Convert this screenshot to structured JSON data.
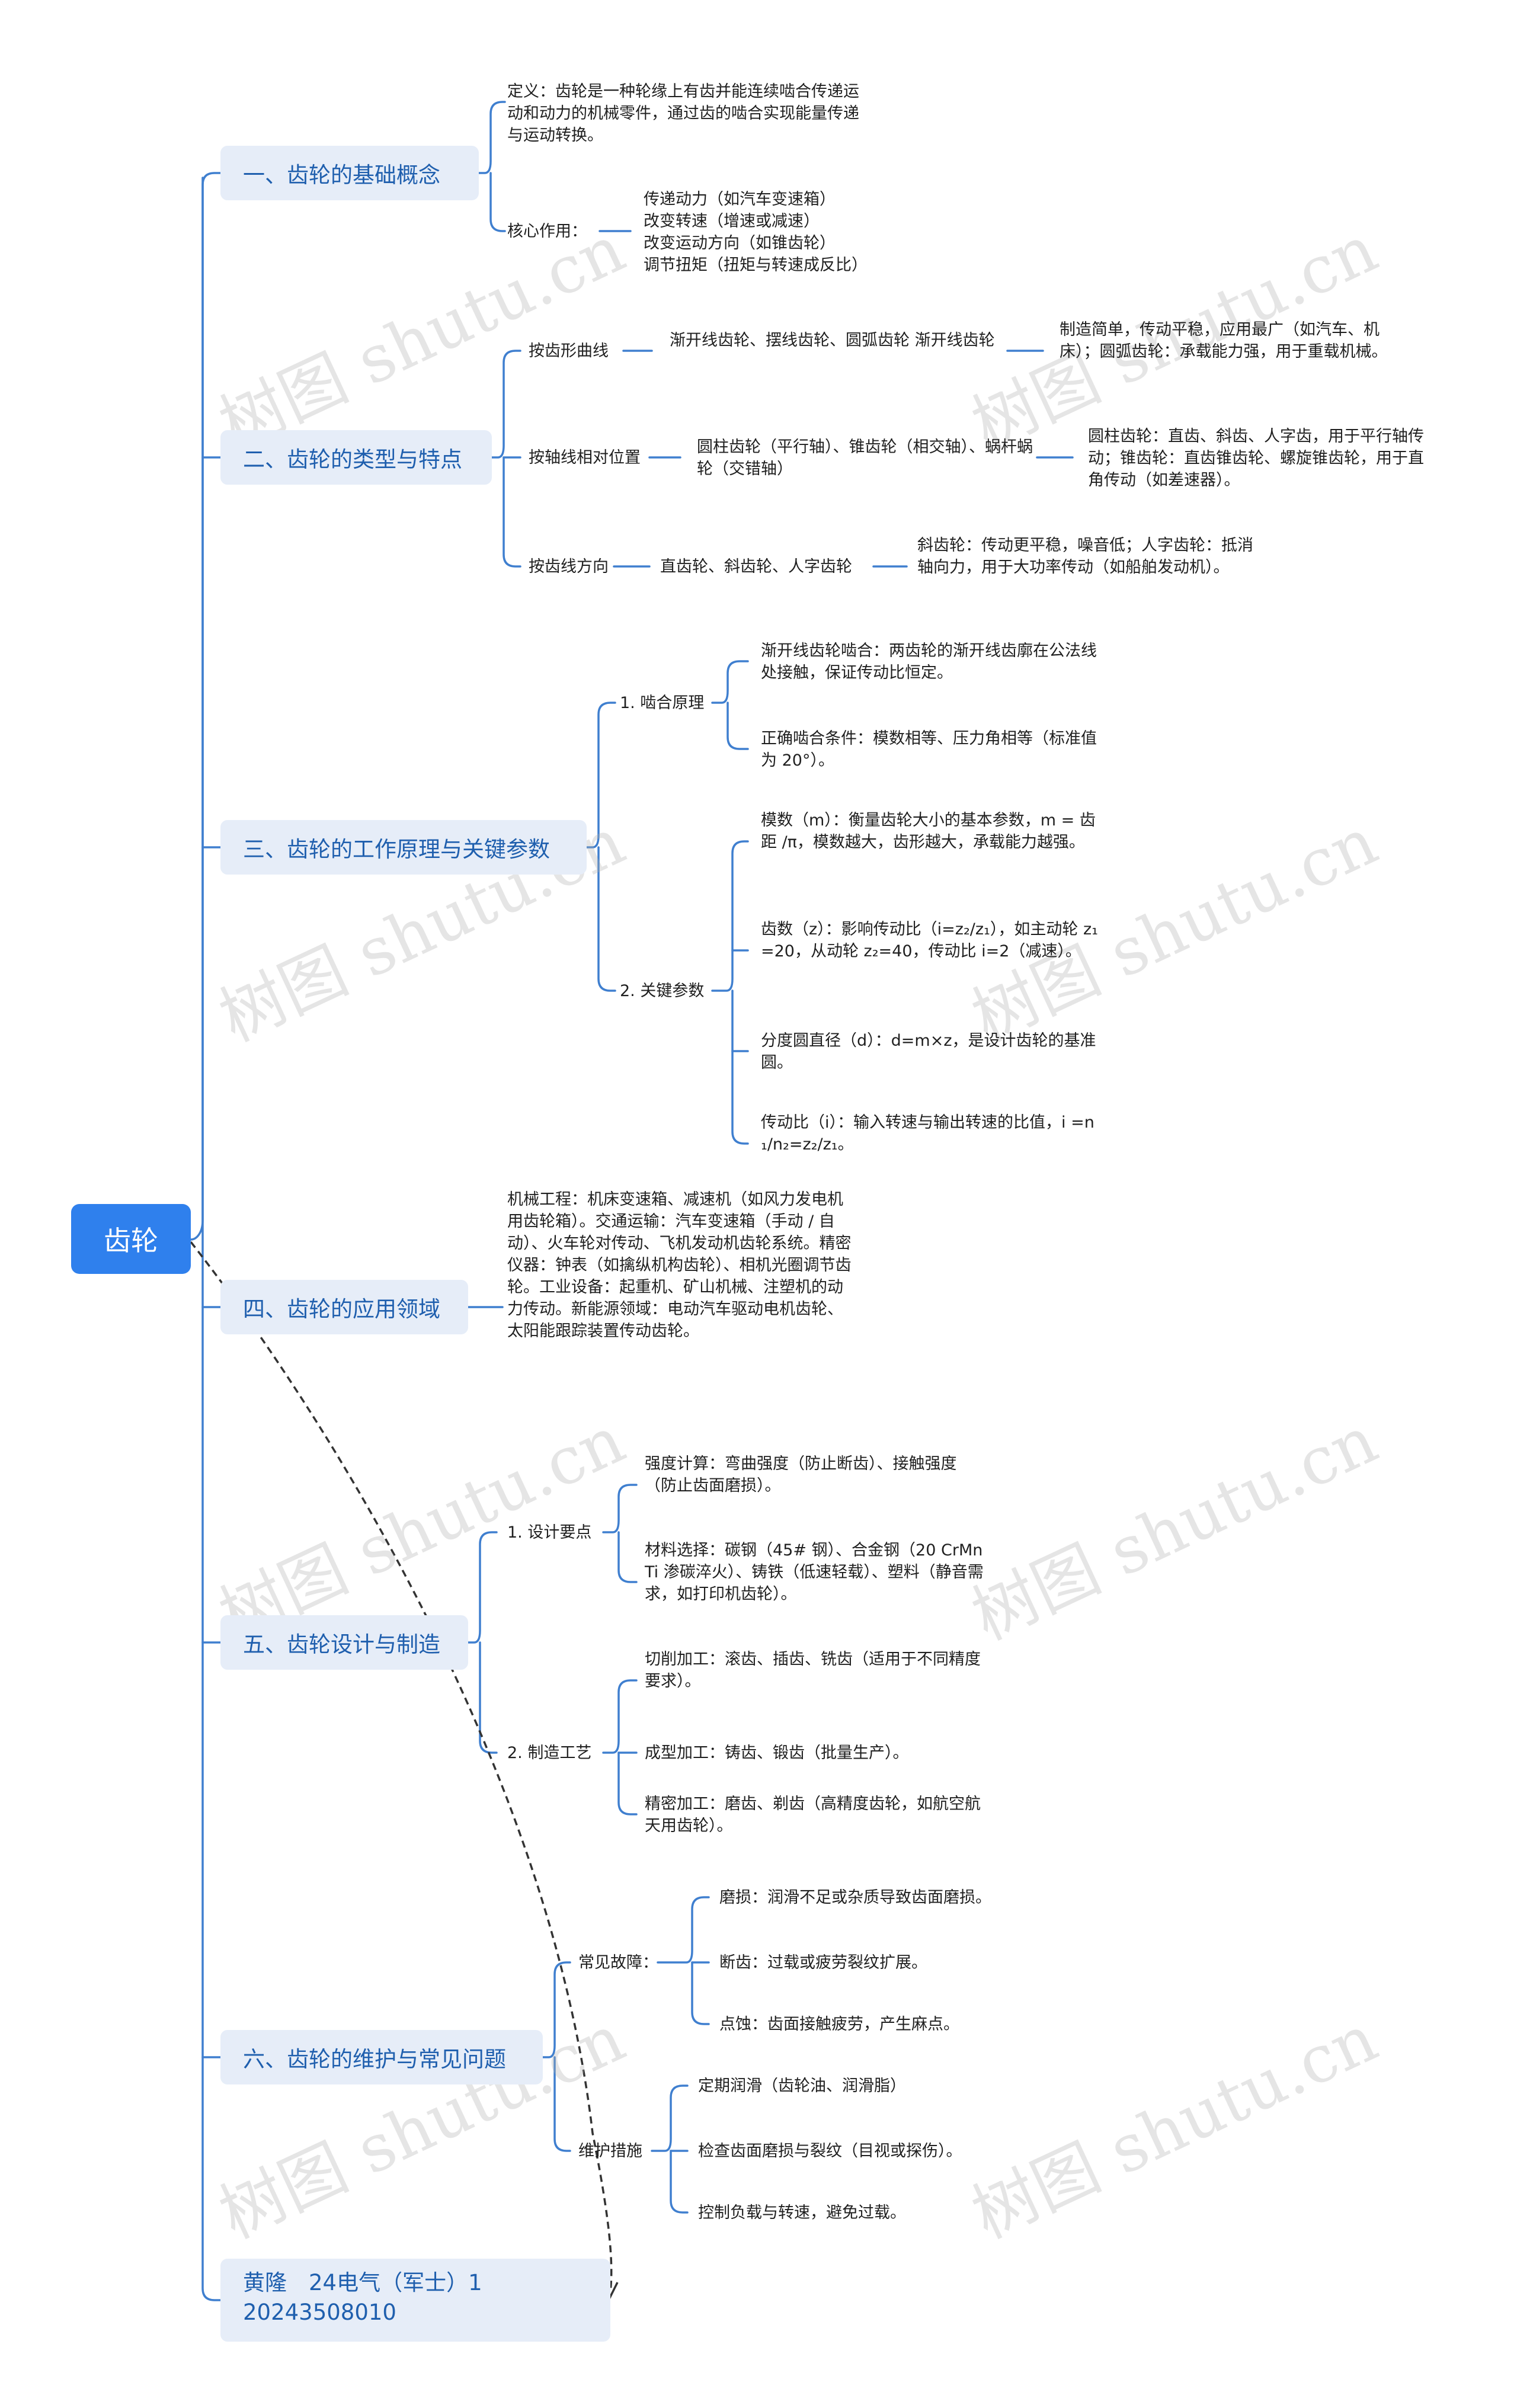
{
  "root": "齿轮",
  "watermark": "树图 shutu.cn",
  "sections": [
    {
      "title": "一、齿轮的基础概念",
      "definition": "定义：齿轮是一种轮缘上有齿并能连续啮合传递运动和动力的机械零件，通过齿的啮合实现能量传递与运动转换。",
      "core_label": "核心作用：",
      "core_items": [
        "传递动力（如汽车变速箱）",
        "改变转速（增速或减速）",
        "改变运动方向（如锥齿轮）",
        "调节扭矩（扭矩与转速成反比）"
      ]
    },
    {
      "title": "二、齿轮的类型与特点",
      "groups": [
        {
          "label": "按齿形曲线",
          "types": "渐开线齿轮、摆线齿轮、圆弧齿轮 渐开线齿轮",
          "feature": "制造简单，传动平稳，应用最广（如汽车、机床）；圆弧齿轮：承载能力强，用于重载机械。"
        },
        {
          "label": "按轴线相对位置",
          "types": "圆柱齿轮（平行轴）、锥齿轮（相交轴）、蜗杆蜗轮（交错轴）",
          "feature": "圆柱齿轮：直齿、斜齿、人字齿，用于平行轴传动；锥齿轮：直齿锥齿轮、螺旋锥齿轮，用于直角传动（如差速器）。"
        },
        {
          "label": "按齿线方向",
          "types": "直齿轮、斜齿轮、人字齿轮",
          "feature": "斜齿轮：传动更平稳，噪音低；人字齿轮：抵消轴向力，用于大功率传动（如船舶发动机）。"
        }
      ]
    },
    {
      "title": "三、齿轮的工作原理与关键参数",
      "mesh_label": "1. 啮合原理",
      "mesh_items": [
        "渐开线齿轮啮合：两齿轮的渐开线齿廓在公法线处接触，保证传动比恒定。",
        "正确啮合条件：模数相等、压力角相等（标准值为 20°）。"
      ],
      "param_label": "2. 关键参数",
      "param_items": [
        "模数（m）：衡量齿轮大小的基本参数，m = 齿距 /π，模数越大，齿形越大，承载能力越强。",
        "齿数（z）：影响传动比（i=z₂/z₁），如主动轮 z₁=20，从动轮 z₂=40，传动比 i=2（减速）。",
        "分度圆直径（d）：d=m×z，是设计齿轮的基准圆。",
        "传动比（i）：输入转速与输出转速的比值，i =n₁/n₂=z₂/z₁。"
      ]
    },
    {
      "title": "四、齿轮的应用领域",
      "text": "机械工程：机床变速箱、减速机（如风力发电机用齿轮箱）。交通运输：汽车变速箱（手动 / 自动）、火车轮对传动、飞机发动机齿轮系统。精密仪器：钟表（如擒纵机构齿轮）、相机光圈调节齿轮。工业设备：起重机、矿山机械、注塑机的动力传动。新能源领域：电动汽车驱动电机齿轮、太阳能跟踪装置传动齿轮。"
    },
    {
      "title": "五、齿轮设计与制造",
      "design_label": "1. 设计要点",
      "design_items": [
        "强度计算：弯曲强度（防止断齿）、接触强度（防止齿面磨损）。",
        "材料选择：碳钢（45# 钢）、合金钢（20 CrMnTi 渗碳淬火）、铸铁（低速轻载）、塑料（静音需求，如打印机齿轮）。"
      ],
      "process_label": "2. 制造工艺",
      "process_items": [
        "切削加工：滚齿、插齿、铣齿（适用于不同精度要求）。",
        "成型加工：铸齿、锻齿（批量生产）。",
        "精密加工：磨齿、剃齿（高精度齿轮，如航空航天用齿轮）。"
      ]
    },
    {
      "title": "六、齿轮的维护与常见问题",
      "fault_label": "常见故障：",
      "fault_items": [
        "磨损：润滑不足或杂质导致齿面磨损。",
        "断齿：过载或疲劳裂纹扩展。",
        "点蚀：齿面接触疲劳，产生麻点。"
      ],
      "care_label": "维护措施",
      "care_items": [
        "定期润滑（齿轮油、润滑脂）",
        "检查齿面磨损与裂纹（目视或探伤）。",
        "控制负载与转速，避免过载。"
      ]
    },
    {
      "title": "黄隆　24电气（军士）1 20243508010"
    }
  ]
}
